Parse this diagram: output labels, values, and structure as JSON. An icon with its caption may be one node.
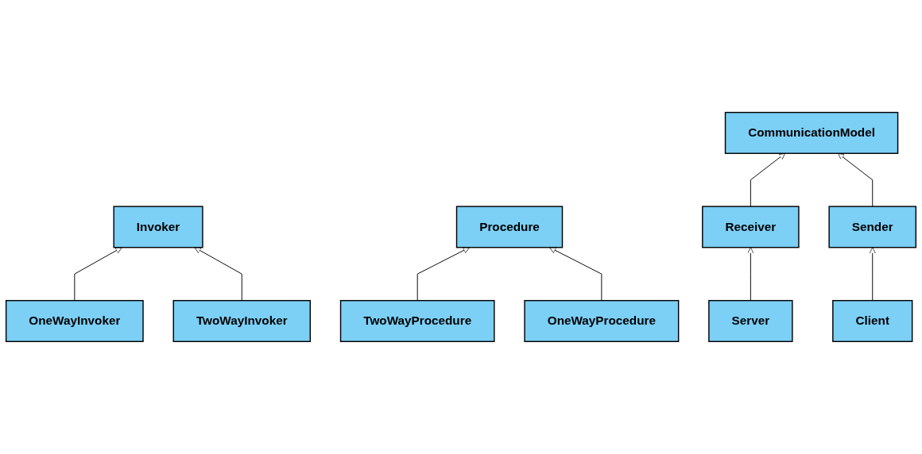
{
  "diagram": {
    "nodes": [
      {
        "text": [
          "Invoker"
        ]
      },
      {
        "text": [
          "OneWayInvoker"
        ]
      },
      {
        "text": [
          "TwoWayInvoker"
        ]
      },
      {
        "text": [
          "Procedure"
        ]
      },
      {
        "text": [
          "TwoWayProcedure"
        ]
      },
      {
        "text": [
          "OneWayProcedure"
        ]
      },
      {
        "text": [
          "CommunicationModel"
        ]
      },
      {
        "text": [
          "Receiver"
        ]
      },
      {
        "text": [
          "Sender"
        ]
      },
      {
        "text": [
          "Server"
        ]
      },
      {
        "text": [
          "Client"
        ]
      }
    ],
    "edges": [
      {
        "from": 1,
        "to": 0,
        "arrow": "to"
      },
      {
        "from": 2,
        "to": 0,
        "arrow": "to"
      },
      {
        "from": 4,
        "to": 3,
        "arrow": "to"
      },
      {
        "from": 5,
        "to": 3,
        "arrow": "to"
      },
      {
        "from": 7,
        "to": 6,
        "arrow": "to"
      },
      {
        "from": 8,
        "to": 6,
        "arrow": "to"
      },
      {
        "from": 9,
        "to": 7,
        "arrow": "to"
      },
      {
        "from": 10,
        "to": 8,
        "arrow": "to"
      }
    ]
  }
}
